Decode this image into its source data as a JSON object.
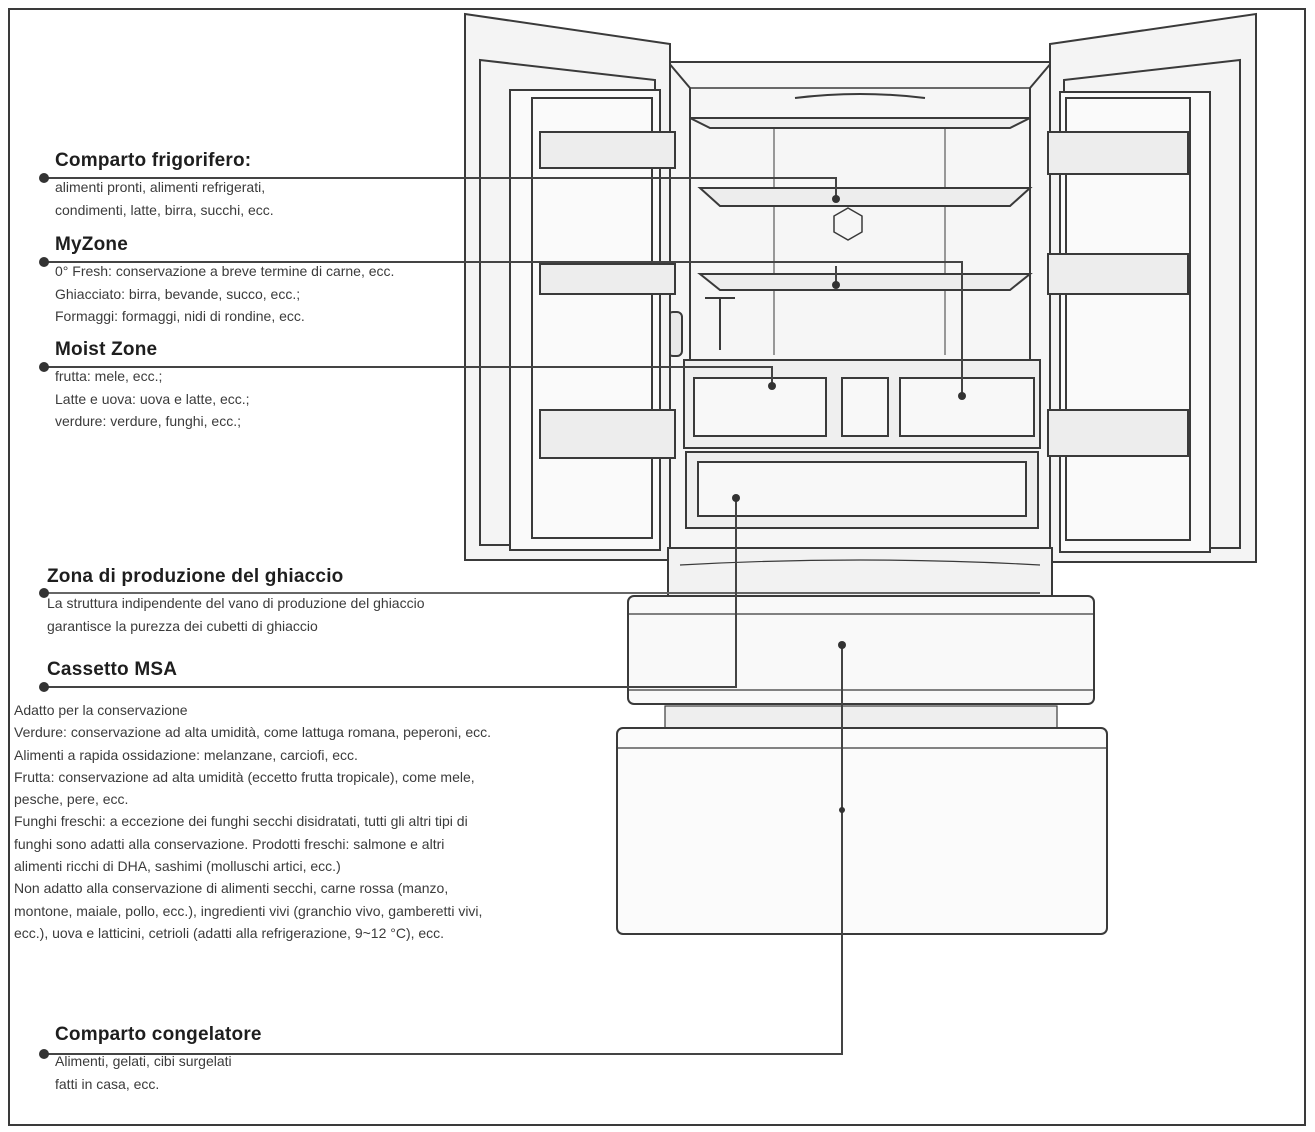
{
  "zones": {
    "fridge": {
      "title": "Comparto frigorifero:",
      "lines": [
        "alimenti pronti, alimenti refrigerati,",
        "condimenti, latte, birra, succhi, ecc."
      ]
    },
    "myzone": {
      "title": "MyZone",
      "lines": [
        "0° Fresh: conservazione a breve termine di carne, ecc.",
        "Ghiacciato: birra, bevande, succo, ecc.;",
        "Formaggi: formaggi, nidi di rondine, ecc."
      ]
    },
    "moist": {
      "title": "Moist Zone",
      "lines": [
        "frutta: mele, ecc.;",
        "Latte e uova: uova e latte, ecc.;",
        "verdure: verdure, funghi, ecc.;"
      ]
    },
    "ice": {
      "title": "Zona di produzione del ghiaccio",
      "lines": [
        "La struttura indipendente del vano di produzione del ghiaccio",
        "garantisce la purezza dei cubetti di ghiaccio"
      ]
    },
    "msa": {
      "title": "Cassetto MSA",
      "lines": [
        "Adatto per la conservazione",
        "Verdure: conservazione ad alta umidità, come lattuga romana, peperoni, ecc.",
        "Alimenti a rapida ossidazione: melanzane, carciofi, ecc.",
        "Frutta: conservazione ad alta umidità (eccetto frutta tropicale), come mele,",
        "pesche, pere, ecc.",
        "Funghi freschi: a eccezione dei funghi secchi disidratati, tutti gli altri tipi di",
        "funghi sono adatti alla conservazione. Prodotti freschi: salmone e altri",
        "alimenti ricchi di DHA, sashimi (molluschi artici, ecc.)",
        "Non adatto alla conservazione di alimenti secchi, carne rossa (manzo,",
        "montone, maiale, pollo, ecc.), ingredienti vivi (granchio vivo, gamberetti vivi,",
        "ecc.), uova e latticini, cetrioli (adatti alla refrigerazione, 9~12 °C), ecc."
      ]
    },
    "freezer": {
      "title": "Comparto congelatore",
      "lines": [
        "Alimenti, gelati, cibi surgelati",
        "fatti in casa, ecc."
      ]
    }
  },
  "colors": {
    "line": "#3a3a3a",
    "text": "#3b3b3b",
    "title": "#1e1e1e",
    "fridge_fill": "#f4f4f4"
  },
  "icons": [
    "fridge-illustration",
    "leader-dot"
  ]
}
